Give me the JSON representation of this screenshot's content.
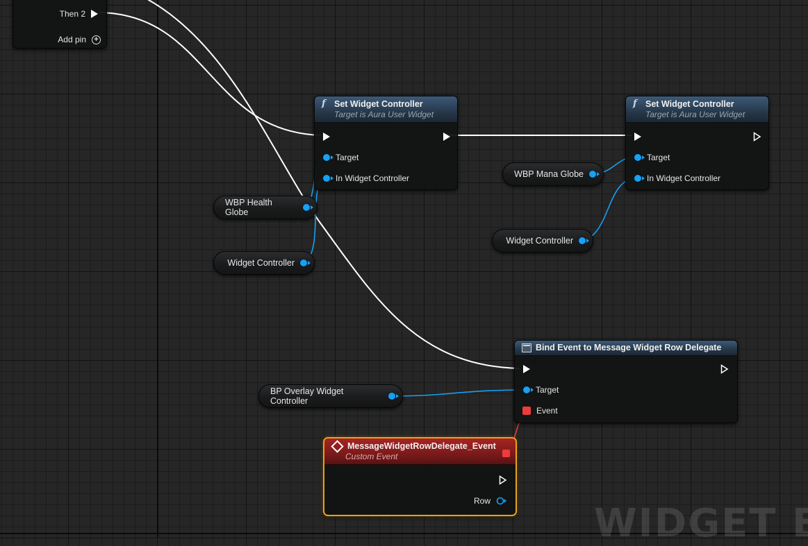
{
  "sequence_node": {
    "then_2_label": "Then 2",
    "add_pin_label": "Add pin"
  },
  "set_widget_controller_1": {
    "title": "Set Widget Controller",
    "subtitle": "Target is Aura User Widget",
    "target_label": "Target",
    "controller_label": "In Widget Controller"
  },
  "set_widget_controller_2": {
    "title": "Set Widget Controller",
    "subtitle": "Target is Aura User Widget",
    "target_label": "Target",
    "controller_label": "In Widget Controller"
  },
  "variables": {
    "health_globe": "WBP Health Globe",
    "widget_controller_1": "Widget Controller",
    "mana_globe": "WBP Mana Globe",
    "widget_controller_2": "Widget Controller",
    "overlay_controller": "BP Overlay Widget Controller"
  },
  "bind_event_node": {
    "title": "Bind Event to Message Widget Row Delegate",
    "target_label": "Target",
    "event_label": "Event"
  },
  "custom_event_node": {
    "title": "MessageWidgetRowDelegate_Event",
    "subtitle": "Custom Event",
    "row_label": "Row"
  },
  "watermark": "WIDGET BLU",
  "colors": {
    "exec_wire": "#ffffff",
    "object_pin": "#16a1f5",
    "delegate_pin": "#ef3b3b",
    "event_border": "#e8a31a",
    "function_header": "#3d5a78",
    "event_header": "#a72424"
  }
}
